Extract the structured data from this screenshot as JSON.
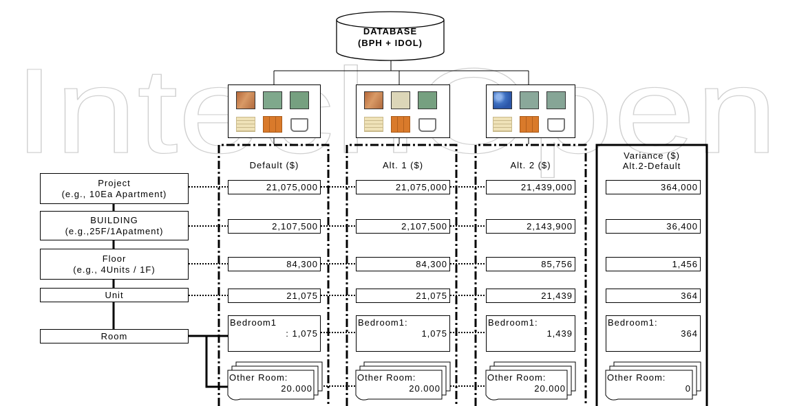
{
  "database": {
    "line1": "DATABASE",
    "line2": "(BPH + IDOL)"
  },
  "watermark": "IntechOpen",
  "levels": [
    {
      "line1": "Project",
      "line2": "(e.g., 10Ea Apartment)"
    },
    {
      "line1": "BUILDING",
      "line2": "(e.g.,25F/1Apatment)"
    },
    {
      "line1": "Floor",
      "line2": "(e.g., 4Units / 1F)"
    },
    {
      "line1": "Unit"
    },
    {
      "line1": "Room"
    }
  ],
  "columns": [
    {
      "header": "Default ($)",
      "values": [
        "21,075,000",
        "2,107,500",
        "84,300",
        "21,075"
      ],
      "bedroom": {
        "label": "Bedroom1",
        "value": ": 1,075"
      },
      "other": {
        "label": "Other Room:",
        "value": "20.000"
      }
    },
    {
      "header": "Alt. 1 ($)",
      "values": [
        "21,075,000",
        "2,107,500",
        "84,300",
        "21,075"
      ],
      "bedroom": {
        "label": "Bedroom1:",
        "value": "1,075"
      },
      "other": {
        "label": "Other Room:",
        "value": "20.000"
      }
    },
    {
      "header": "Alt. 2 ($)",
      "values": [
        "21,439,000",
        "2,143,900",
        "85,756",
        "21,439"
      ],
      "bedroom": {
        "label": "Bedroom1:",
        "value": "1,439"
      },
      "other": {
        "label": "Other Room:",
        "value": "20.000"
      }
    }
  ],
  "variance": {
    "header_line1": "Variance ($)",
    "header_line2": "Alt.2-Default",
    "values": [
      "364,000",
      "36,400",
      "1,456",
      "364"
    ],
    "bedroom": {
      "label": "Bedroom1:",
      "value": "364"
    },
    "other": {
      "label": "Other Room:",
      "value": "0"
    }
  },
  "material_sets": [
    {
      "tiles": [
        "wood-tile",
        "green-tile",
        "green-tile",
        "shelf-icon",
        "door-icon",
        "basin-icon"
      ]
    },
    {
      "tiles": [
        "wood-tile",
        "beige-tile",
        "green-tile",
        "shelf-icon",
        "door-icon",
        "basin-icon"
      ]
    },
    {
      "tiles": [
        "blue-tile",
        "grey-green-tile",
        "grey-green-tile",
        "shelf-icon",
        "door-icon",
        "basin-icon"
      ]
    }
  ],
  "colors": {
    "wood": "#c07a4a",
    "green": "#7fa88c",
    "beige": "#dcd6b8",
    "blue": "#3d6fc0",
    "door": "#d97a2b",
    "shelf": "#efe2b8",
    "watermark": "#d8d8d8"
  }
}
